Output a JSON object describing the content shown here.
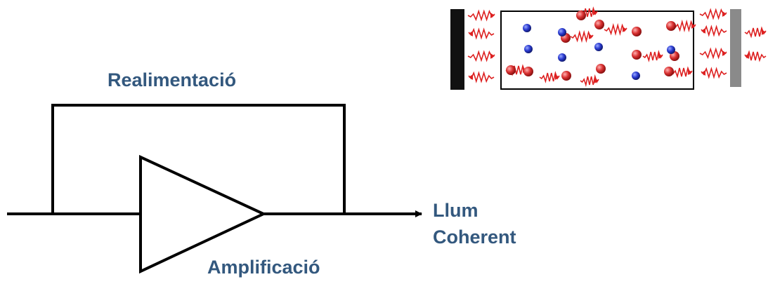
{
  "labels": {
    "feedback": "Realimentació",
    "amplification": "Amplificació",
    "output_line1": "Llum",
    "output_line2": "Coherent"
  },
  "colors": {
    "label_text": "#33587e",
    "line": "#000000",
    "atom_excited": "#cc2a2a",
    "atom_ground": "#2233aa",
    "photon": "#dd2020",
    "mirror_full": "#111111",
    "mirror_partial": "#8a8a8a"
  },
  "laser_cavity": {
    "atoms_excited": 12,
    "atoms_ground": 7
  }
}
